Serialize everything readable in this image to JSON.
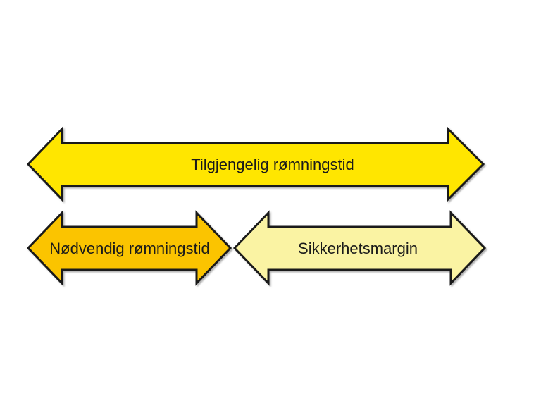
{
  "diagram": {
    "background_color": "#FFFFFF",
    "outline_color": "#1A1A1A",
    "text_color": "#1A1A1A",
    "arrows": [
      {
        "label": "Tilgjengelig rømningstid",
        "fill": "#FFE600"
      },
      {
        "label": "Nødvendig rømningstid",
        "fill": "#FBC400"
      },
      {
        "label": "Sikkerhetsmargin",
        "fill": "#FAF3A3"
      }
    ]
  }
}
